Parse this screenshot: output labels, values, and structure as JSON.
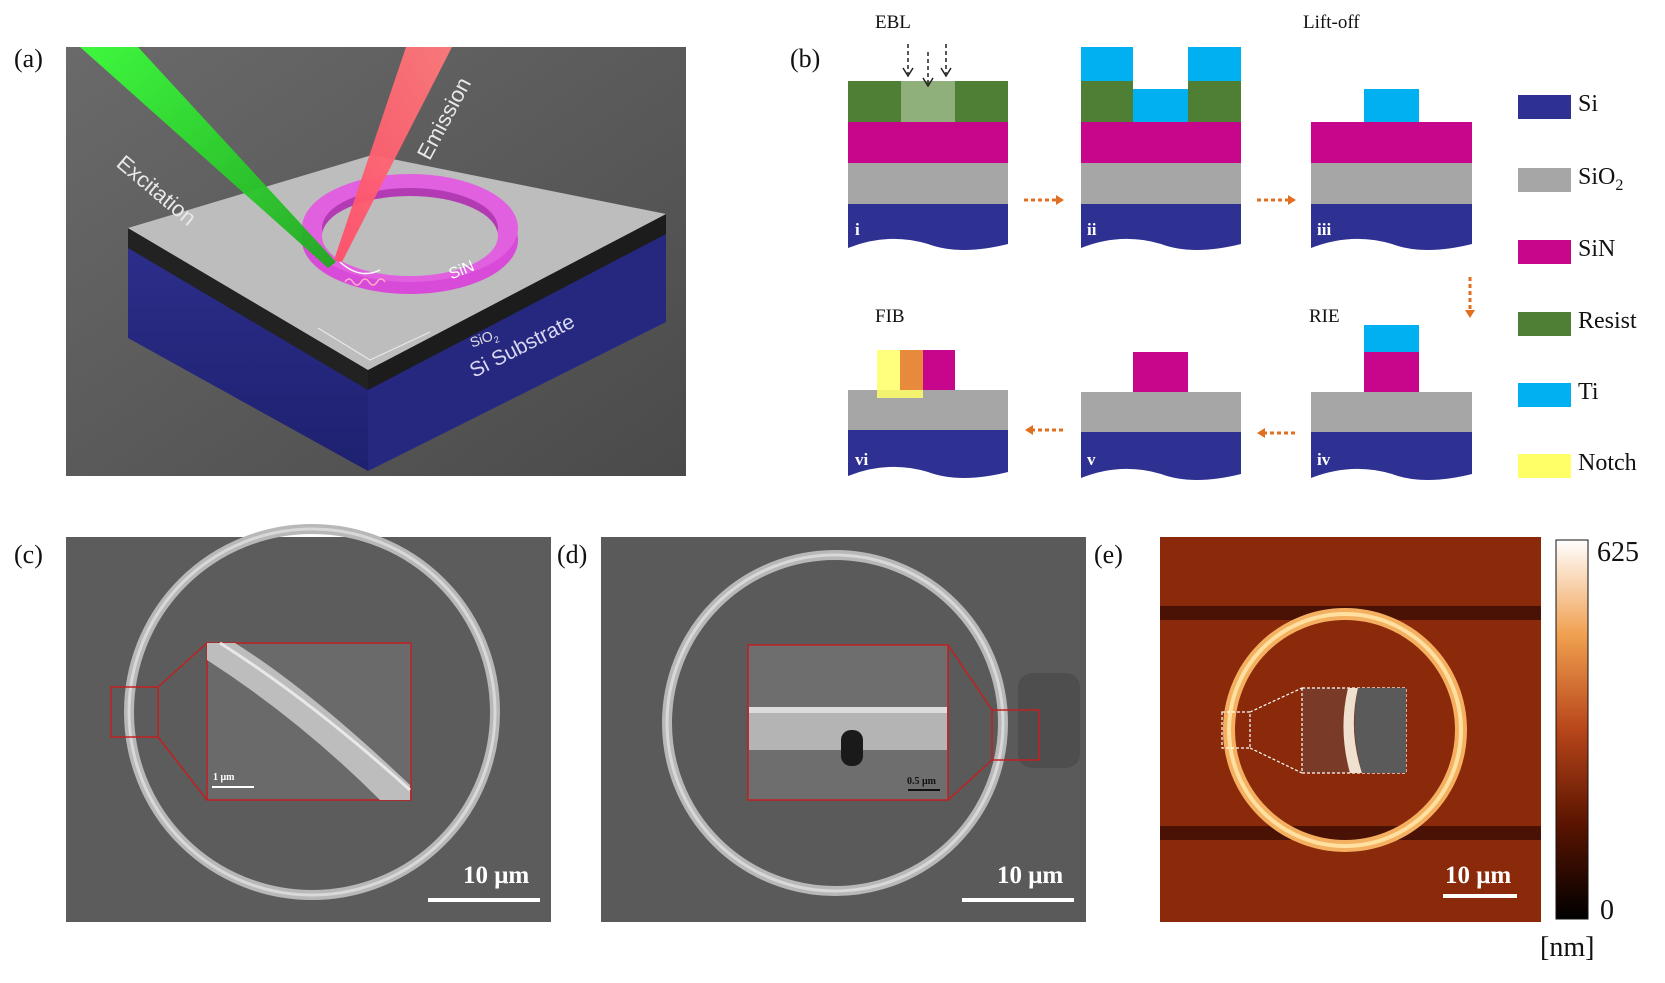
{
  "panels": {
    "a": {
      "label": "(a)",
      "beam_labels": {
        "excitation": "Excitation",
        "emission": "Emission"
      },
      "layer_labels": {
        "sin": "SiN",
        "sio2_main": "SiO",
        "sio2_sub": "2",
        "substrate": "Si Substrate"
      }
    },
    "b": {
      "label": "(b)",
      "steps": {
        "ebl": "EBL",
        "liftoff": "Lift-off",
        "rie": "RIE",
        "fib": "FIB"
      },
      "stage_numbers": [
        "i",
        "ii",
        "iii",
        "iv",
        "v",
        "vi"
      ],
      "legend": [
        {
          "name": "Si",
          "sub": "",
          "color": "#2e3192"
        },
        {
          "name": "SiO",
          "sub": "2",
          "color": "#a6a6a6"
        },
        {
          "name": "SiN",
          "sub": "",
          "color": "#c7068b"
        },
        {
          "name": "Resist",
          "sub": "",
          "color": "#4f7f34"
        },
        {
          "name": "Ti",
          "sub": "",
          "color": "#00b0f0"
        },
        {
          "name": "Notch",
          "sub": "",
          "color": "#ffff66"
        }
      ]
    },
    "c": {
      "label": "(c)",
      "scale": "10 μm",
      "inset_scale": "1 μm"
    },
    "d": {
      "label": "(d)",
      "scale": "10 μm",
      "inset_scale": "0.5 μm"
    },
    "e": {
      "label": "(e)",
      "scale": "10 μm",
      "colorbar": {
        "max": "625",
        "min": "0",
        "unit": "[nm]"
      }
    }
  }
}
